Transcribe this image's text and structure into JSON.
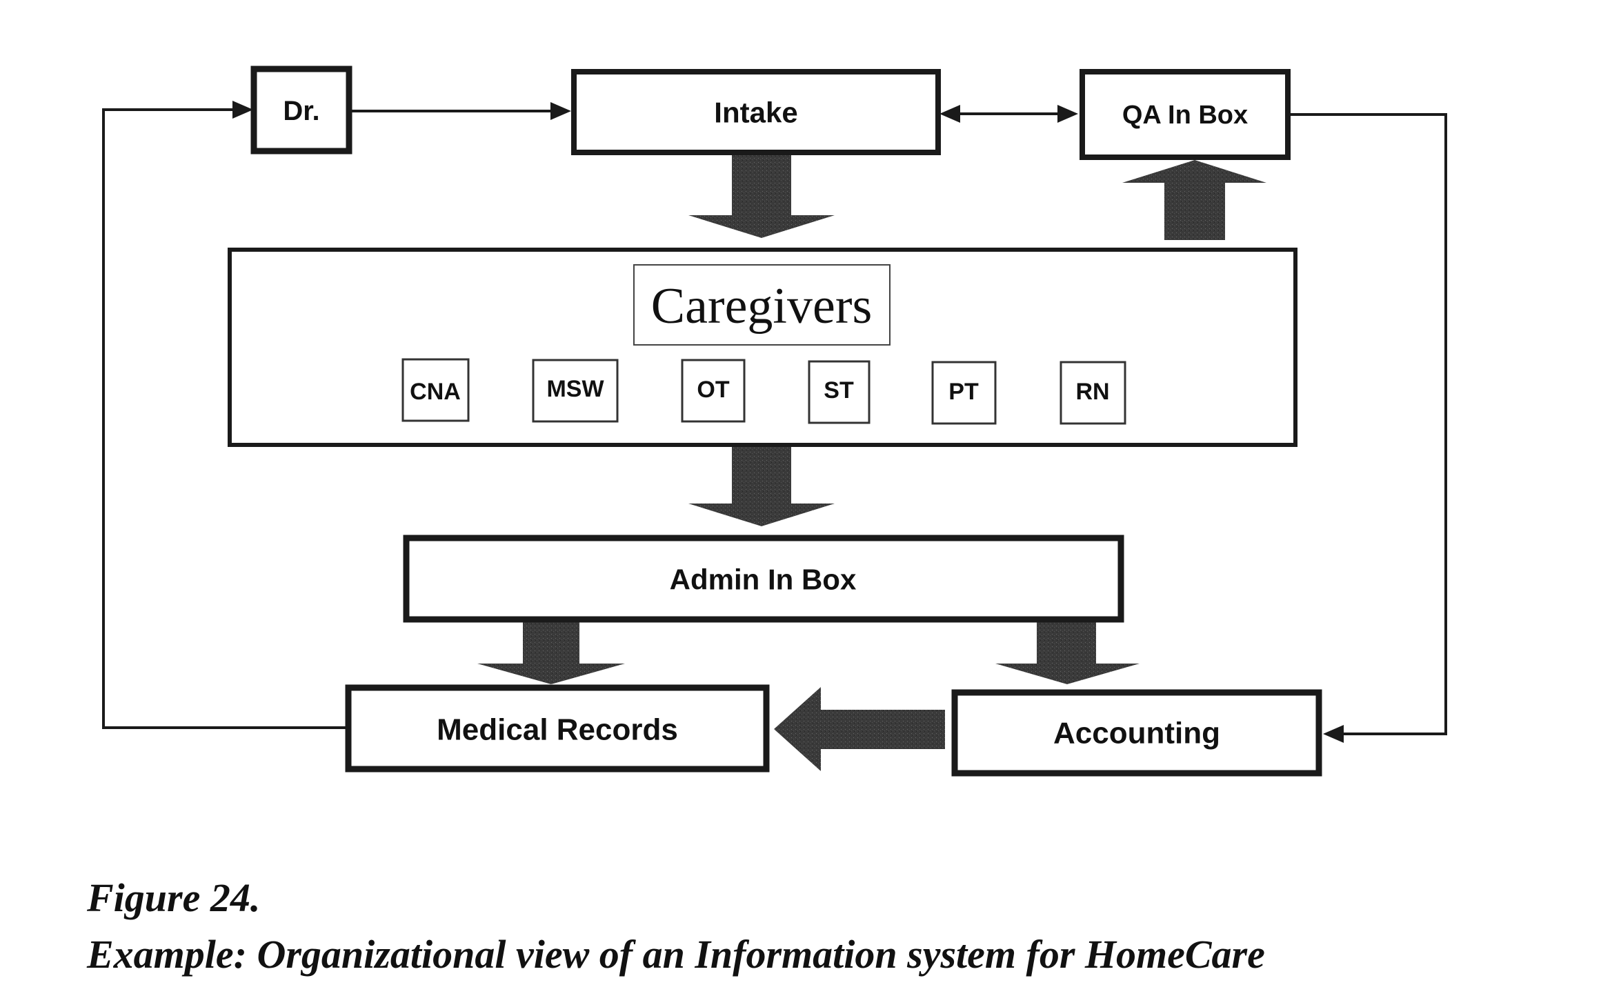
{
  "nodes": {
    "dr": "Dr.",
    "intake": "Intake",
    "qa_in_box": "QA In Box",
    "caregivers": "Caregivers",
    "admin_in_box": "Admin In Box",
    "medical_records": "Medical Records",
    "accounting": "Accounting"
  },
  "caregiver_roles": [
    "CNA",
    "MSW",
    "OT",
    "ST",
    "PT",
    "RN"
  ],
  "caption": {
    "figure": "Figure 24.",
    "title": "Example: Organizational view of an Information system for HomeCare"
  },
  "colors": {
    "line": "#1a1a1a",
    "block_arrow": "#3a3a3a",
    "background": "#ffffff"
  }
}
